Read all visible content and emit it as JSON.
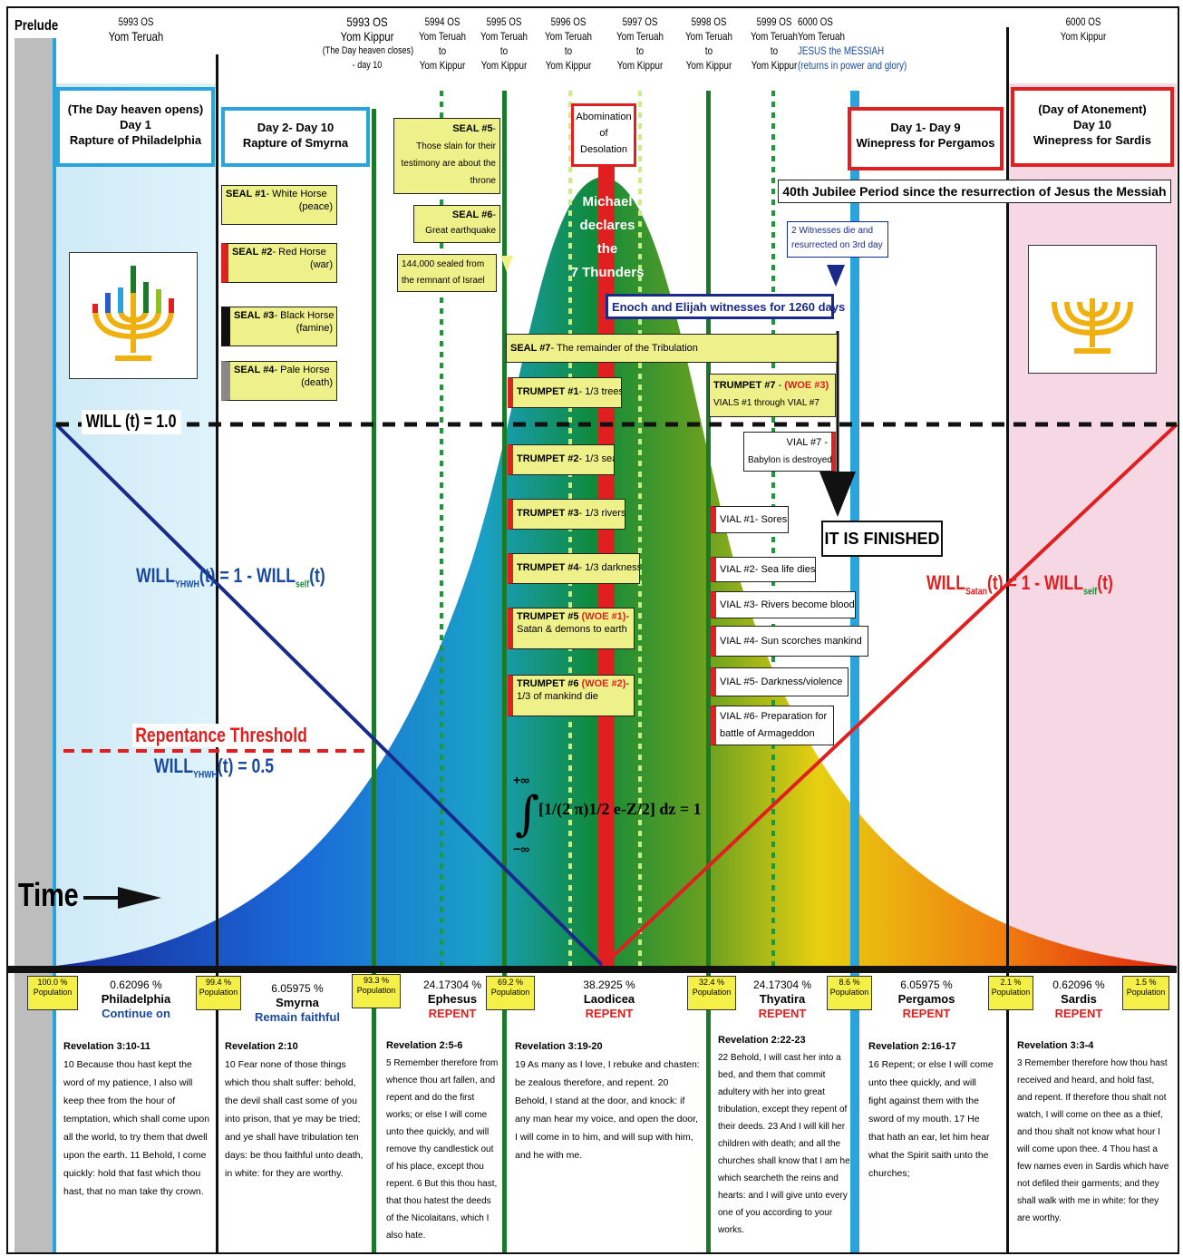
{
  "colors": {
    "light_blue": "#2aa4dd",
    "green": "#1a7a2a",
    "red": "#e02020",
    "navy": "#1a2a8a",
    "yellow_box": "#eef08a",
    "pop_yellow": "#f5f047",
    "left_bg": "#d4eef8",
    "right_bg": "#f6d8e4"
  },
  "header": {
    "prelude": "Prelude",
    "cols": [
      {
        "l1": "5993 OS",
        "l2": "Yom Teruah"
      },
      {
        "l1": "5993 OS",
        "l2": "Yom Kippur",
        "l3": "(The Day heaven closes)",
        "l4": "- day 10"
      },
      {
        "l1": "5994 OS",
        "l2": "Yom Teruah",
        "l3": "to",
        "l4": "Yom Kippur"
      },
      {
        "l1": "5995 OS",
        "l2": "Yom Teruah",
        "l3": "to",
        "l4": "Yom Kippur"
      },
      {
        "l1": "5996 OS",
        "l2": "Yom Teruah",
        "l3": "to",
        "l4": "Yom Kippur"
      },
      {
        "l1": "5997 OS",
        "l2": "Yom Teruah",
        "l3": "to",
        "l4": "Yom Kippur"
      },
      {
        "l1": "5998 OS",
        "l2": "Yom Teruah",
        "l3": "to",
        "l4": "Yom Kippur"
      },
      {
        "l1": "5999 OS",
        "l2": "Yom Teruah",
        "l3": "to",
        "l4": "Yom Kippur"
      },
      {
        "l1": "6000 OS",
        "l2": "Yom Teruah",
        "l3": "JESUS the MESSIAH",
        "l4": "(returns in power and glory)"
      },
      {
        "l1": "6000 OS",
        "l2": "Yom Kippur"
      }
    ]
  },
  "boxes": {
    "day1": {
      "l1": "(The Day heaven opens)",
      "l2": "Day 1",
      "l3": "Rapture of Philadelphia"
    },
    "day2": {
      "l1": "Day 2- Day 10",
      "l2": "Rapture of Smyrna"
    },
    "abom": {
      "l1": "Abomination",
      "l2": "of",
      "l3": "Desolation"
    },
    "perg": {
      "l1": "Day 1- Day 9",
      "l2": "Winepress for Pergamos"
    },
    "sardis": {
      "l1": "(Day of Atonement)",
      "l2": "Day 10",
      "l3": "Winepress for Sardis"
    },
    "jubilee": "40th Jubilee Period since the resurrection of Jesus the Messiah",
    "witnesses": {
      "l1": "2 Witnesses die and",
      "l2": "resurrected on 3rd day"
    },
    "enoch": "Enoch and Elijah witnesses for 1260 days",
    "michael": [
      "Michael",
      "declares",
      "the",
      "7 Thunders"
    ],
    "finished": "IT IS FINISHED"
  },
  "seals": [
    {
      "t": "SEAL #1",
      "d": "- White Horse",
      "d2": "(peace)"
    },
    {
      "t": "SEAL #2",
      "d": "- Red Horse",
      "d2": "(war)"
    },
    {
      "t": "SEAL #3",
      "d": "- Black Horse",
      "d2": "(famine)"
    },
    {
      "t": "SEAL #4",
      "d": "- Pale Horse",
      "d2": "(death)"
    },
    {
      "t": "SEAL #5",
      "d": "-",
      "d2": "Those slain for their",
      "d3": "testimony are about the",
      "d4": "throne"
    },
    {
      "t": "SEAL #6",
      "d": "-",
      "d2": "Great earthquake"
    },
    {
      "t": "144,000 sealed from",
      "d2": "the remnant of Israel"
    },
    {
      "t": "SEAL #7",
      "d": "- The remainder of the Tribulation"
    }
  ],
  "trumpets": [
    {
      "t": "TRUMPET #1",
      "d": "- 1/3 trees"
    },
    {
      "t": "TRUMPET #2",
      "d": "- 1/3 sea"
    },
    {
      "t": "TRUMPET #3",
      "d": "- 1/3 rivers"
    },
    {
      "t": "TRUMPET #4",
      "d": "- 1/3 darkness"
    },
    {
      "t": "TRUMPET #5",
      "w": "(WOE #1)",
      "d": "-",
      "d2": "Satan & demons to earth"
    },
    {
      "t": "TRUMPET #6",
      "w": "(WOE #2)",
      "d": "-",
      "d2": "1/3 of mankind die"
    },
    {
      "t": "TRUMPET #7",
      "w": "(WOE #3)",
      "d": "-",
      "d2": "VIALS #1 through VIAL #7"
    }
  ],
  "vials": [
    {
      "t": "VIAL #7 -",
      "d": "Babylon is destroyed"
    },
    {
      "t": "VIAL #1",
      "d": "- Sores"
    },
    {
      "t": "VIAL #2",
      "d": "- Sea life dies"
    },
    {
      "t": "VIAL #3",
      "d": "- Rivers become blood"
    },
    {
      "t": "VIAL #4",
      "d": "- Sun scorches mankind"
    },
    {
      "t": "VIAL #5",
      "d": "- Darkness/violence"
    },
    {
      "t": "VIAL #6",
      "d": "- Preparation for",
      "d2": "battle of Armageddon"
    }
  ],
  "labels": {
    "will1": "WILL (t) = 1.0",
    "will_yhwh_pre": "WILL",
    "will_yhwh_sub": "YHWH",
    "will_yhwh_mid": "(t) = 1 - WILL",
    "will_self_sub": "self",
    "will_end": "(t)",
    "will_satan_pre": "WILL",
    "will_satan_sub": "Satan",
    "will_satan_mid": "(t) = 1 - WILL",
    "repent": "Repentance Threshold",
    "will05_pre": "WILL",
    "will05_sub": "YHWH",
    "will05_end": "(t) = 0.5",
    "time": "Time",
    "integral_top": "+∞",
    "integral_bot": "−∞",
    "integral_expr": "[1/(2 π)1/2 e-Z/2] dz = 1"
  },
  "churches": [
    {
      "pop": "100.0 %",
      "pop2": "Population",
      "pct": "0.62096 %",
      "name": "Philadelphia",
      "status": "Continue on",
      "color": "blue",
      "ref": "Revelation 3:10-11",
      "text": "10 Because thou hast kept the word of my patience, I also will keep thee from the hour of temptation, which shall come upon all the world, to try them that dwell upon the earth. 11 Behold, I come quickly: hold that fast which thou hast, that no man take thy crown."
    },
    {
      "pop": "99.4 %",
      "pop2": "Population",
      "pct": "6.05975 %",
      "name": "Smyrna",
      "status": "Remain faithful",
      "color": "blue",
      "ref": "Revelation 2:10",
      "text": "10 Fear none of those things which thou shalt suffer: behold, the devil shall cast some of you into prison, that ye may be tried; and ye shall have tribulation ten days: be thou faithful unto death, in white: for they are worthy."
    },
    {
      "pop": "93.3 %",
      "pop2": "Population",
      "pct": "24.17304 %",
      "name": "Ephesus",
      "status": "REPENT",
      "color": "red",
      "ref": "Revelation 2:5-6",
      "text": "5 Remember therefore from whence thou art fallen, and repent and do the first works; or else I will come unto thee quickly, and will remove thy candlestick out of his place, except thou repent. 6 But this thou hast, that thou hatest the deeds of the Nicolaitans, which I also hate."
    },
    {
      "pop": "69.2 %",
      "pop2": "Population",
      "pct": "38.2925 %",
      "name": "Laodicea",
      "status": "REPENT",
      "color": "red",
      "ref": "Revelation 3:19-20",
      "text": "19 As many as I love, I rebuke and chasten: be zealous therefore, and repent. 20 Behold, I stand at the door, and knock: if any man hear my voice, and open the door, I will come in to him, and will sup with him, and he with me."
    },
    {
      "pop": "32.4 %",
      "pop2": "Population",
      "pct": "24.17304 %",
      "name": "Thyatira",
      "status": "REPENT",
      "color": "red",
      "ref": "Revelation 2:22-23",
      "text": "22 Behold, I will cast her into a bed, and them that commit adultery with her into great tribulation, except they repent of their deeds. 23 And I will kill her children with death; and all the churches shall know that I am he which searcheth the reins and hearts: and I will give unto every one of you according to your works."
    },
    {
      "pop": "8.6 %",
      "pop2": "Population",
      "pct": "6.05975 %",
      "name": "Pergamos",
      "status": "REPENT",
      "color": "red",
      "ref": "Revelation 2:16-17",
      "text": "16 Repent; or else I will come unto thee quickly, and will fight against them with the sword of my mouth. 17 He that hath an ear, let him hear what the Spirit saith unto the churches;"
    },
    {
      "pop": "2.1 %",
      "pop2": "Population",
      "pct": "0.62096 %",
      "name": "Sardis",
      "status": "REPENT",
      "color": "red",
      "pop_extra": "1.5 %",
      "pop_extra2": "Population",
      "ref": "Revelation 3:3-4",
      "text": "3 Remember therefore how thou hast received and heard, and hold fast, and repent. If therefore thou shalt not watch, I will come on thee as a thief, and thou shalt not know what hour I will come upon thee. 4 Thou hast a few names even in Sardis which have not defiled their garments; and they shall walk with me in white: for they are worthy."
    }
  ]
}
